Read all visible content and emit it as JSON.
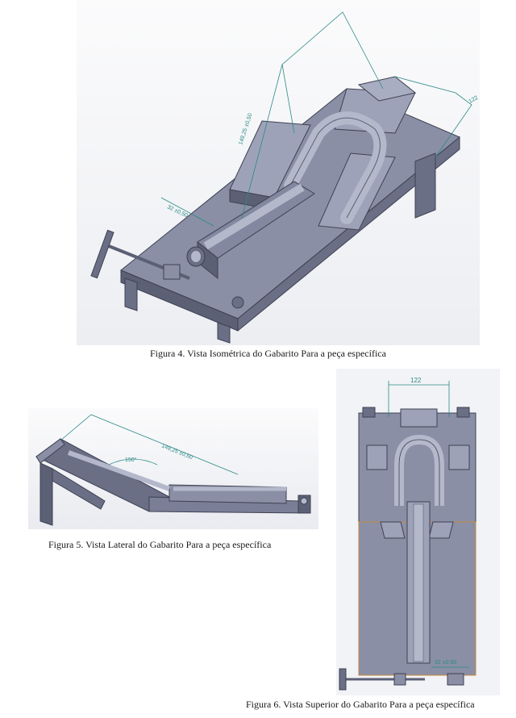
{
  "figures": {
    "fig4": {
      "caption": "Figura 4. Vista Isométrica do Gabarito Para a peça específica",
      "dims": [
        "149,25 ±0,50",
        "122",
        "32 ±0,50"
      ]
    },
    "fig5": {
      "caption": "Figura 5. Vista Lateral do Gabarito Para a peça específica",
      "dims": [
        "150°",
        "149,25 ±0,50"
      ]
    },
    "fig6": {
      "caption": "Figura 6. Vista Superior do Gabarito Para a peça específica",
      "dims": [
        "122",
        "32 ±0,50"
      ]
    }
  },
  "colors": {
    "part": "#8a8fa6",
    "part_dark": "#5c6075",
    "part_light": "#b4b8cb",
    "dimension_line": "#2a8a86",
    "viewport_bg": "#f6f6f8"
  }
}
